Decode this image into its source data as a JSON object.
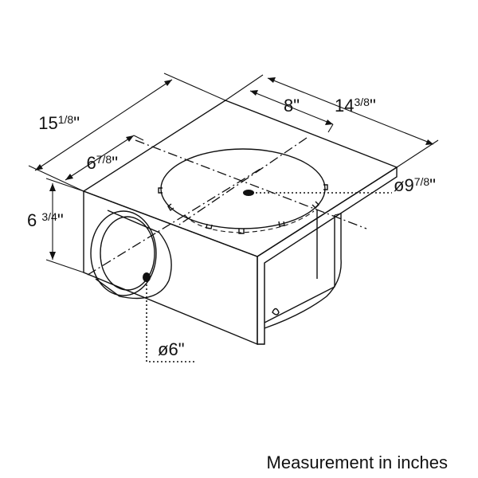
{
  "dimensions": {
    "depth_total": {
      "whole": "15",
      "fraction": "1/8",
      "unit": "\""
    },
    "outlet_offset": {
      "whole": "6",
      "fraction": "7/8",
      "unit": "\""
    },
    "width_total": {
      "whole": "14",
      "fraction": "3/8",
      "unit": "\""
    },
    "width_offset": {
      "whole": "8",
      "unit": "\""
    },
    "height": {
      "whole": "6 ",
      "fraction": "3/4",
      "unit": "\""
    },
    "top_opening_diameter": {
      "prefix": "ø",
      "whole": "9",
      "fraction": "7/8",
      "unit": "\""
    },
    "outlet_diameter": {
      "prefix": "ø",
      "whole": "6",
      "unit": "\""
    }
  },
  "caption": "Measurement in inches"
}
